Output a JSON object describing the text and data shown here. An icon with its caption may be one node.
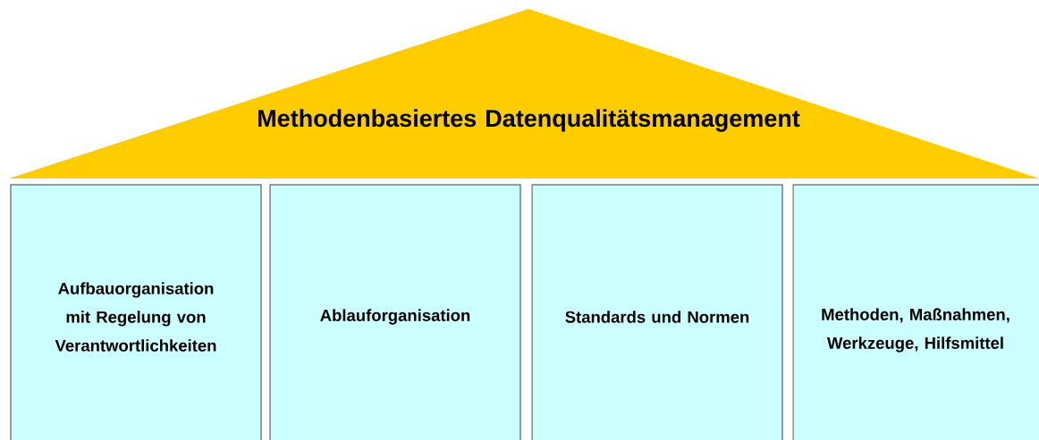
{
  "diagram": {
    "nodes": [
      {
        "text": [
          "Methodenbasiertes Datenqualitätsmanagement"
        ]
      },
      {
        "text": [
          "Aufbauorganisation mit Regelung von Verantwortlichkeiten"
        ]
      },
      {
        "text": [
          "Ablauforganisation"
        ]
      },
      {
        "text": [
          "Standards und Normen"
        ]
      },
      {
        "text": [
          "Methoden, Maßnahmen, Werkzeuge, Hilfsmittel"
        ]
      }
    ]
  }
}
